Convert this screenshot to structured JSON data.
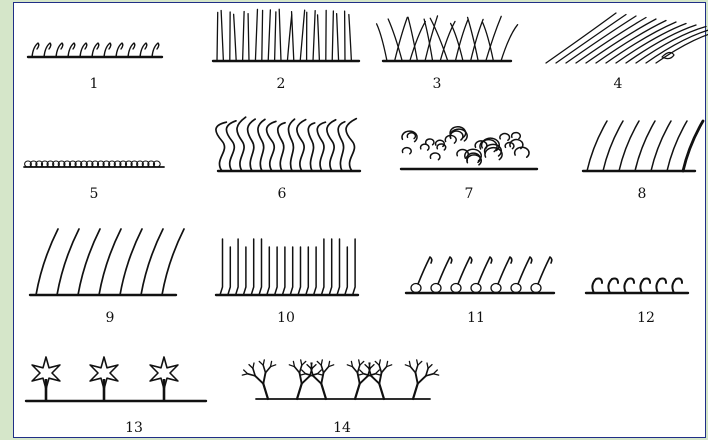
{
  "figure": {
    "border_color": "#1f2f86",
    "background": "#ffffff",
    "frame_color": "#d5e6c9",
    "ink": "#111111"
  },
  "panels": [
    {
      "number": "1",
      "style": "short-hooked-hairs"
    },
    {
      "number": "2",
      "style": "long-straight-strands"
    },
    {
      "number": "3",
      "style": "crossing-strands"
    },
    {
      "number": "4",
      "style": "slanted-flowing-hairs"
    },
    {
      "number": "5",
      "style": "flat-beaded-layer"
    },
    {
      "number": "6",
      "style": "wavy-tangled-strands"
    },
    {
      "number": "7",
      "style": "curly-woolly-mass"
    },
    {
      "number": "8",
      "style": "curved-tapered-hairs"
    },
    {
      "number": "9",
      "style": "long-curved-hairs"
    },
    {
      "number": "10",
      "style": "dense-crinkled-strands"
    },
    {
      "number": "11",
      "style": "hooked-hairs-with-base-bulbs"
    },
    {
      "number": "12",
      "style": "short-curled-hooks"
    },
    {
      "number": "13",
      "style": "star-shaped-stalked-hairs"
    },
    {
      "number": "14",
      "style": "branched-dendritic-hairs"
    }
  ]
}
